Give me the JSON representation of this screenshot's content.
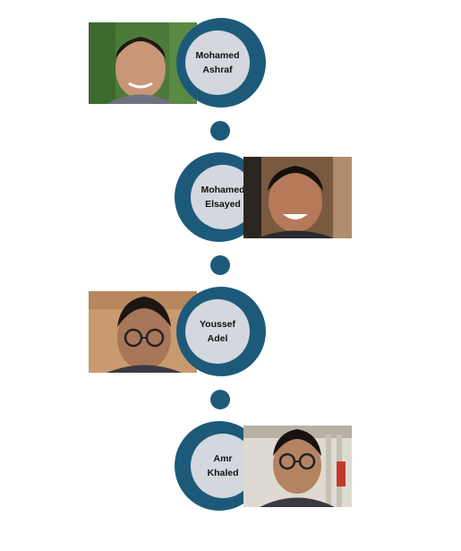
{
  "timeline": {
    "members": [
      {
        "first_name": "Mohamed",
        "last_name": "Ashraf"
      },
      {
        "first_name": "Mohamed",
        "last_name": "Elsayed"
      },
      {
        "first_name": "Youssef",
        "last_name": "Adel"
      },
      {
        "first_name": "Amr",
        "last_name": "Khaled"
      }
    ]
  },
  "colors": {
    "ring": "#1d5a7a",
    "circle_fill": "#d4d7de"
  }
}
